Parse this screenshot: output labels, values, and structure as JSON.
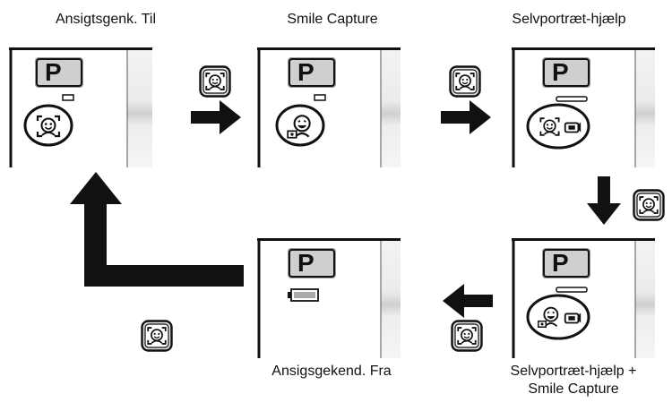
{
  "panels": [
    {
      "id": "face-detect-on",
      "caption": "Ansigtsgenk. Til",
      "mode_label": "P",
      "mode_icons": "face"
    },
    {
      "id": "smile-capture",
      "caption": "Smile Capture",
      "mode_label": "P",
      "mode_icons": "smile"
    },
    {
      "id": "self-portrait",
      "caption": "Selvportræt-hjælp",
      "mode_label": "P",
      "mode_icons": "face+portrait"
    },
    {
      "id": "self-portrait-smile",
      "caption_line1": "Selvportræt-hjælp +",
      "caption_line2": "Smile Capture",
      "mode_label": "P",
      "mode_icons": "smile+portrait"
    },
    {
      "id": "face-detect-off",
      "caption": "Ansigsgekend. Fra",
      "mode_label": "P",
      "mode_icons": "battery"
    }
  ],
  "button_icon": "face-detect-button-icon",
  "colors": {
    "ink": "#111111",
    "mode_key": "#c9c9c9",
    "screen_bg": "#ffffff"
  }
}
